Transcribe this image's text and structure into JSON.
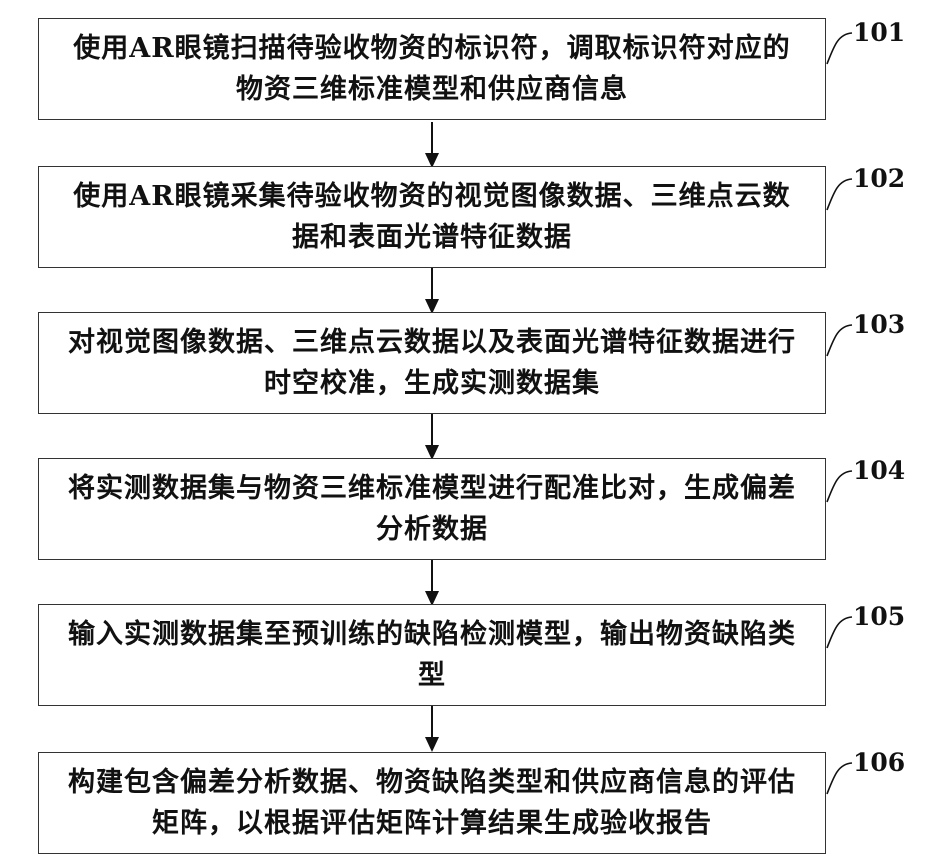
{
  "steps": [
    {
      "id": "101",
      "text": "使用AR眼镜扫描待验收物资的标识符，调取标识符对应的物资三维标准模型和供应商信息"
    },
    {
      "id": "102",
      "text": "使用AR眼镜采集待验收物资的视觉图像数据、三维点云数据和表面光谱特征数据"
    },
    {
      "id": "103",
      "text": "对视觉图像数据、三维点云数据以及表面光谱特征数据进行时空校准，生成实测数据集"
    },
    {
      "id": "104",
      "text": "将实测数据集与物资三维标准模型进行配准比对，生成偏差分析数据"
    },
    {
      "id": "105",
      "text": "输入实测数据集至预训练的缺陷检测模型，输出物资缺陷类型"
    },
    {
      "id": "106",
      "text": "构建包含偏差分析数据、物资缺陷类型和供应商信息的评估矩阵，以根据评估矩阵计算结果生成验收报告"
    }
  ]
}
